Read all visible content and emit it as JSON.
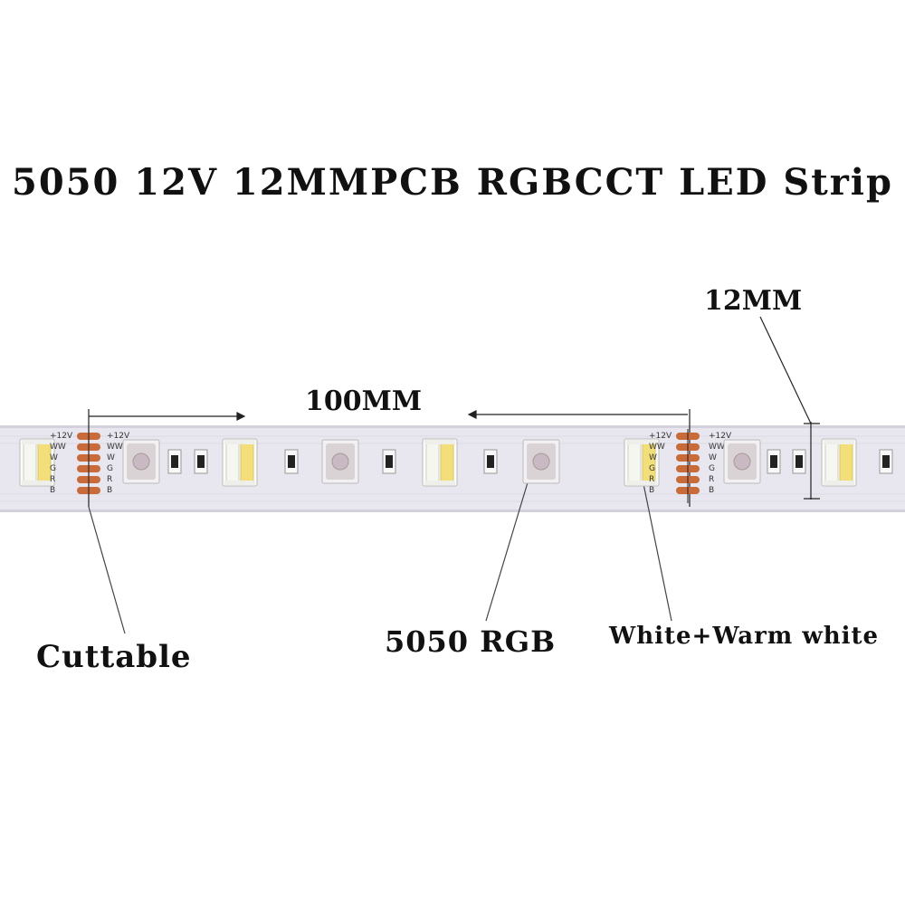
{
  "title": "5050 12V 12MMPCB RGBCCT LED Strip",
  "labels": {
    "width": "12MM",
    "segment": "100MM",
    "cuttable": "Cuttable",
    "rgb": "5050 RGB",
    "white": "White+Warm white"
  },
  "pads": [
    "+12V",
    "WW",
    "W",
    "G",
    "R",
    "B"
  ],
  "colors": {
    "pcb": "#e8e6ee",
    "pad": "#c86a3a",
    "cool_white": "#f4f6ef",
    "warm_white": "#f2df7a",
    "rgb_chip": "#d9d3d6"
  }
}
